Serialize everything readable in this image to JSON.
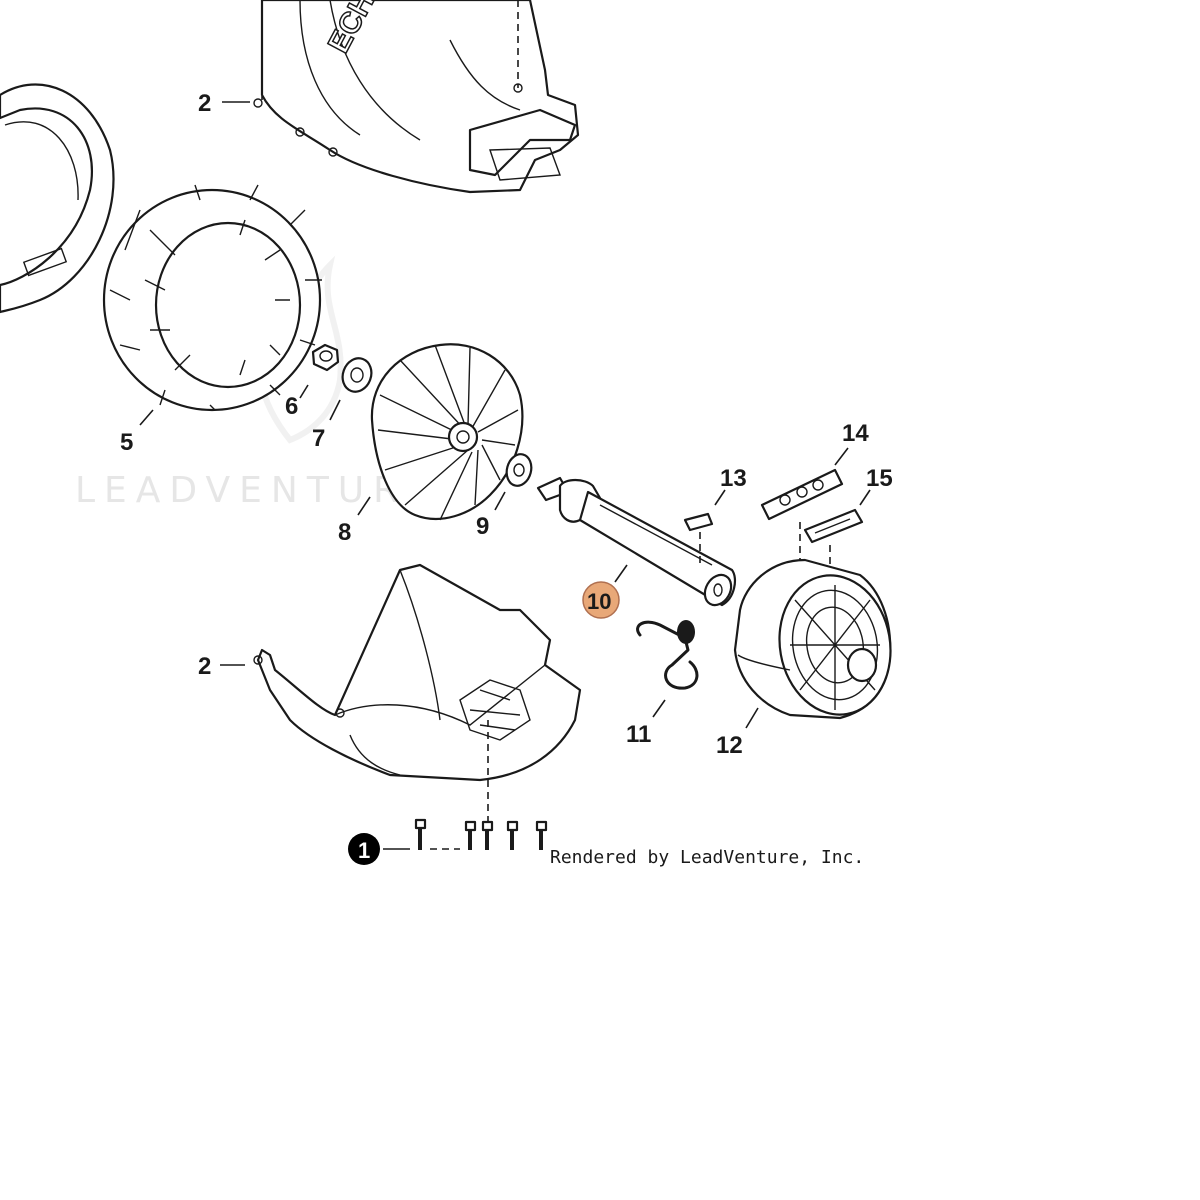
{
  "watermark": {
    "text": "LEADVENTURE"
  },
  "credit": "Rendered by LeadVenture, Inc.",
  "highlight_color": "#e8a878",
  "callouts": {
    "c1": "1",
    "c2a": "2",
    "c2b": "2",
    "c5": "5",
    "c6": "6",
    "c7": "7",
    "c8": "8",
    "c9": "9",
    "c10": "10",
    "c11": "11",
    "c12": "12",
    "c13": "13",
    "c14": "14",
    "c15": "15"
  },
  "housing_logo": "ECHO"
}
